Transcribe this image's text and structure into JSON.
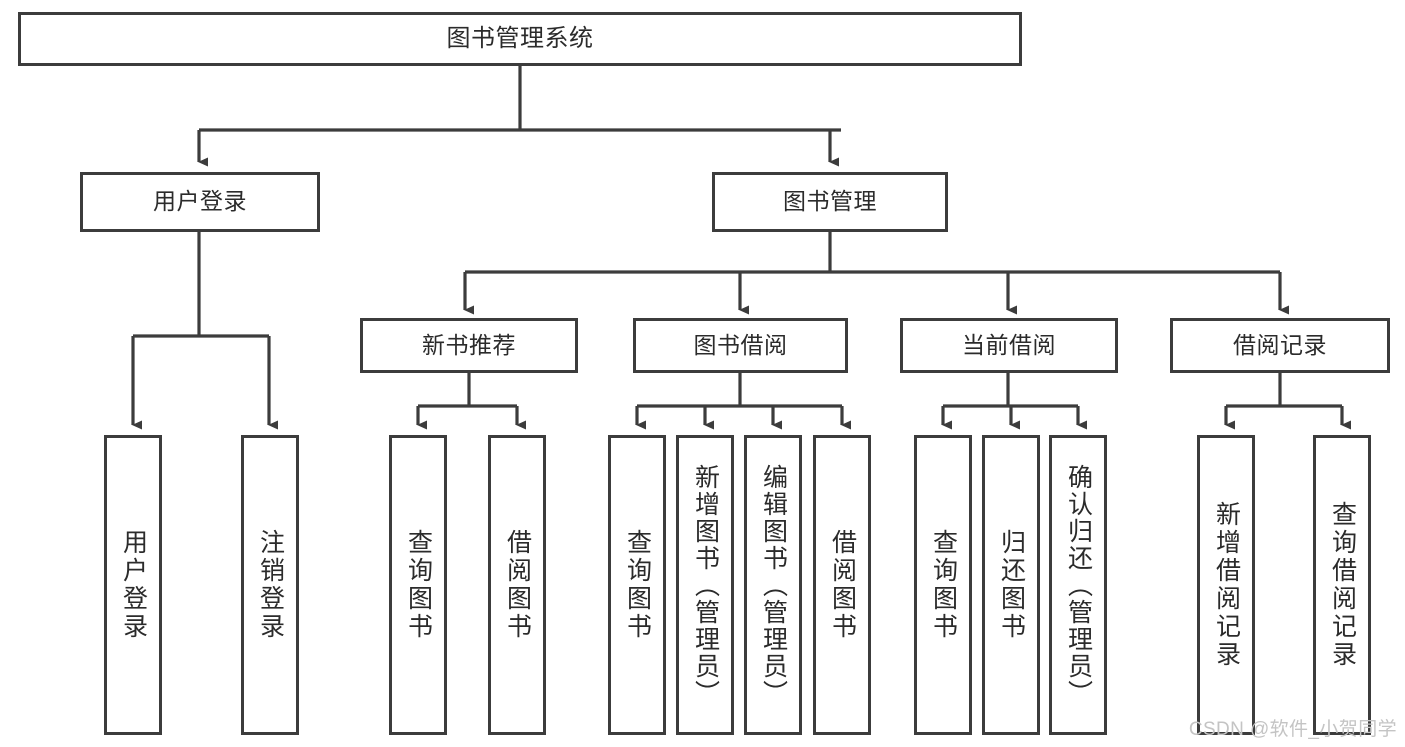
{
  "diagram": {
    "title": "图书管理系统",
    "type": "tree",
    "stroke_color": "#3c3c3c",
    "fill_color": "#ffffff",
    "text_color": "#2b2b2b"
  },
  "nodes": {
    "root": {
      "label": "图书管理系统"
    },
    "level2": [
      {
        "label": "用户登录"
      },
      {
        "label": "图书管理"
      }
    ],
    "level3": [
      {
        "label": "新书推荐"
      },
      {
        "label": "图书借阅"
      },
      {
        "label": "当前借阅"
      },
      {
        "label": "借阅记录"
      }
    ],
    "leaves_user_login": [
      {
        "label": "用户登录"
      },
      {
        "label": "注销登录"
      }
    ],
    "leaves_new_book": [
      {
        "label": "查询图书"
      },
      {
        "label": "借阅图书"
      }
    ],
    "leaves_borrow": [
      {
        "label": "查询图书"
      },
      {
        "label": "新增图书（管理员）"
      },
      {
        "label": "编辑图书（管理员）"
      },
      {
        "label": "借阅图书"
      }
    ],
    "leaves_current": [
      {
        "label": "查询图书"
      },
      {
        "label": "归还图书"
      },
      {
        "label": "确认归还（管理员）"
      }
    ],
    "leaves_records": [
      {
        "label": "新增借阅记录"
      },
      {
        "label": "查询借阅记录"
      }
    ]
  },
  "watermark": {
    "text": "CSDN @软件_小贺同学"
  }
}
